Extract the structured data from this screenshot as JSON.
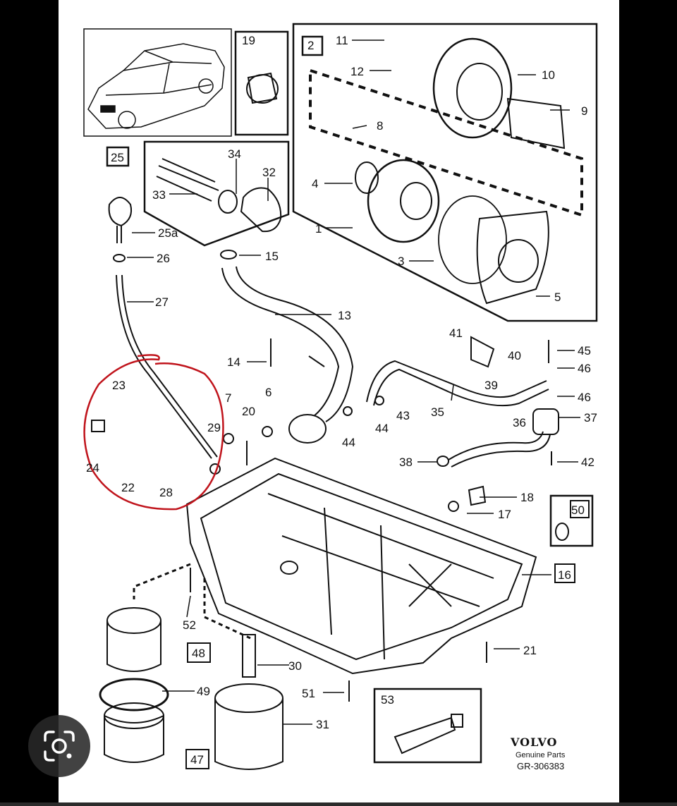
{
  "diagram": {
    "brand": "VOLVO",
    "brand_sub": "Genuine Parts",
    "ref": "GR-306383",
    "part_labels": {
      "p1": "1",
      "p2": "2",
      "p3": "3",
      "p4": "4",
      "p5": "5",
      "p6": "6",
      "p7": "7",
      "p8": "8",
      "p9": "9",
      "p10": "10",
      "p11": "11",
      "p12": "12",
      "p13": "13",
      "p14": "14",
      "p15": "15",
      "p16": "16",
      "p17": "17",
      "p18": "18",
      "p19": "19",
      "p20": "20",
      "p21": "21",
      "p22": "22",
      "p23": "23",
      "p24": "24",
      "p25": "25",
      "p25a": "25a",
      "p26": "26",
      "p27": "27",
      "p28": "28",
      "p29": "29",
      "p30": "30",
      "p31": "31",
      "p32": "32",
      "p33": "33",
      "p34": "34",
      "p35": "35",
      "p36": "36",
      "p37": "37",
      "p38": "38",
      "p39": "39",
      "p40": "40",
      "p41": "41",
      "p42": "42",
      "p43": "43",
      "p44a": "44",
      "p44b": "44",
      "p45": "45",
      "p46a": "46",
      "p46b": "46",
      "p47": "47",
      "p48": "48",
      "p49": "49",
      "p50": "50",
      "p51": "51",
      "p52": "52",
      "p53": "53"
    }
  },
  "colors": {
    "annotation": "#c0141c",
    "ink": "#111111",
    "background": "#000000",
    "sheet": "#ffffff"
  },
  "icons": {
    "lens": "lens-search-icon"
  }
}
